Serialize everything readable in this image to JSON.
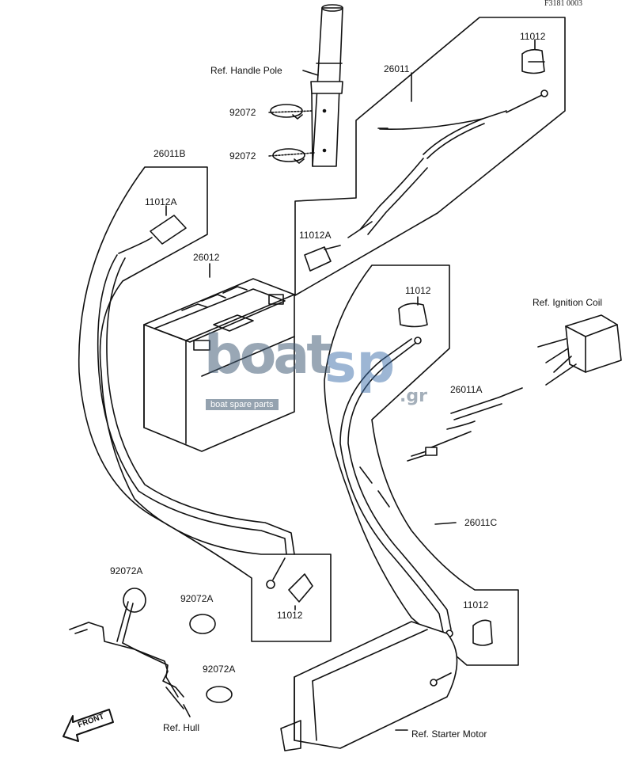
{
  "diagram_code": "F3181 0003",
  "labels": {
    "ref_handle_pole": "Ref. Handle Pole",
    "p26011": "26011",
    "p11012_top": "11012",
    "p92072_a": "92072",
    "p92072_b": "92072",
    "p26011B": "26011B",
    "p11012A_left": "11012A",
    "p26012": "26012",
    "p11012A_mid": "11012A",
    "p11012_mid": "11012",
    "ref_ignition_coil": "Ref. Ignition Coil",
    "p26011A": "26011A",
    "p26011C": "26011C",
    "p11012_lower_right": "11012",
    "p11012_bottom": "11012",
    "p92072A_1": "92072A",
    "p92072A_2": "92072A",
    "p92072A_3": "92072A",
    "ref_hull": "Ref. Hull",
    "ref_starter_motor": "Ref. Starter Motor",
    "front": "FRONT"
  },
  "watermark": {
    "brand_left": "boat",
    "brand_right": "sp",
    "suffix": ".gr",
    "tagline": "boat spare parts"
  }
}
